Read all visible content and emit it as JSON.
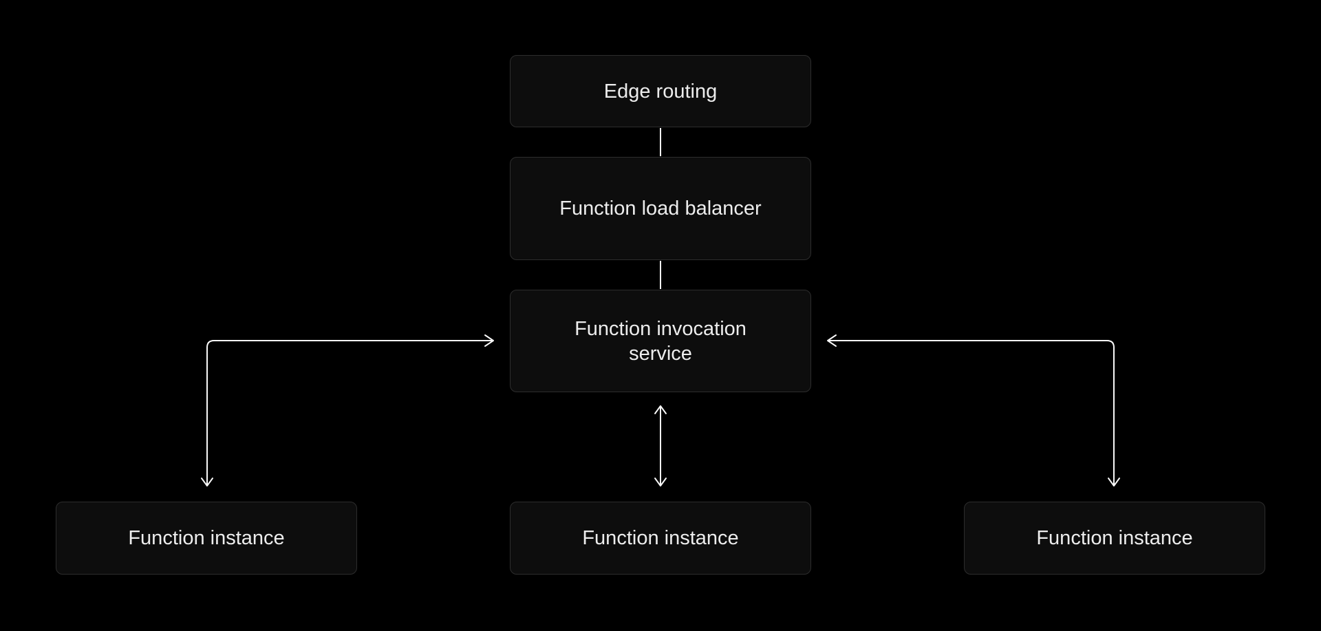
{
  "diagram": {
    "nodes": [
      {
        "id": "edge-routing",
        "label": "Edge routing"
      },
      {
        "id": "function-load-balancer",
        "label": "Function load balancer"
      },
      {
        "id": "function-invocation-service",
        "label": "Function invocation service"
      },
      {
        "id": "function-instance-left",
        "label": "Function instance"
      },
      {
        "id": "function-instance-center",
        "label": "Function instance"
      },
      {
        "id": "function-instance-right",
        "label": "Function instance"
      }
    ],
    "edges": [
      {
        "from": "edge-routing",
        "to": "function-load-balancer",
        "style": "straight",
        "arrows": "none"
      },
      {
        "from": "function-load-balancer",
        "to": "function-invocation-service",
        "style": "straight",
        "arrows": "none"
      },
      {
        "from": "function-invocation-service",
        "to": "function-instance-center",
        "style": "straight",
        "arrows": "both"
      },
      {
        "from": "function-instance-left",
        "to": "function-invocation-service",
        "style": "elbow",
        "arrows": "both"
      },
      {
        "from": "function-instance-right",
        "to": "function-invocation-service",
        "style": "elbow",
        "arrows": "both"
      }
    ],
    "colors": {
      "background": "#000000",
      "node_fill": "#0d0d0d",
      "node_border": "#2d2d2d",
      "node_text": "#ededed",
      "connector": "#fafafa"
    }
  }
}
